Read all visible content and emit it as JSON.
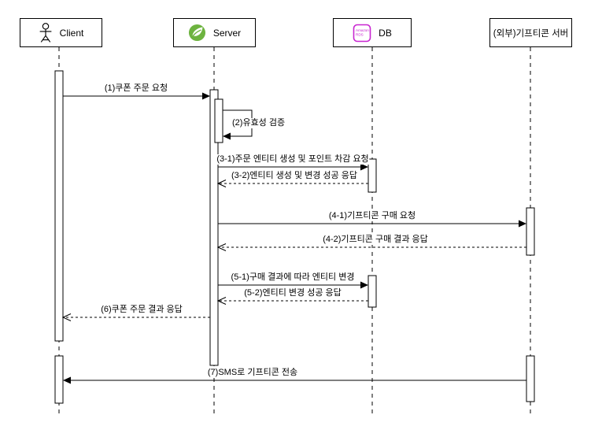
{
  "diagram": {
    "type": "uml-sequence",
    "participants": [
      {
        "id": "client",
        "label": "Client",
        "icon": "actor-icon"
      },
      {
        "id": "server",
        "label": "Server",
        "icon": "spring-icon"
      },
      {
        "id": "db",
        "label": "DB",
        "icon": "amazon-rds-icon"
      },
      {
        "id": "ext",
        "label": "(외부)기프티콘 서버",
        "icon": "none"
      }
    ],
    "rds_icon": {
      "line1": "Amazon",
      "line2": "RDS"
    },
    "messages": [
      {
        "seq": "1",
        "label": "(1)쿠폰 주문 요청",
        "from": "client",
        "to": "server",
        "style": "solid"
      },
      {
        "seq": "2",
        "label": "(2)유효성 검증",
        "from": "server",
        "to": "server",
        "style": "self"
      },
      {
        "seq": "3-1",
        "label": "(3-1)주문 엔티티 생성 및 포인트 차감 요청",
        "from": "server",
        "to": "db",
        "style": "solid"
      },
      {
        "seq": "3-2",
        "label": "(3-2)엔티티 생성 및 변경 성공 응답",
        "from": "db",
        "to": "server",
        "style": "dashed-return"
      },
      {
        "seq": "4-1",
        "label": "(4-1)기프티콘 구매 요청",
        "from": "server",
        "to": "ext",
        "style": "solid"
      },
      {
        "seq": "4-2",
        "label": "(4-2)기프티콘 구매 결과 응답",
        "from": "ext",
        "to": "server",
        "style": "dashed-return"
      },
      {
        "seq": "5-1",
        "label": "(5-1)구매 결과에 따라 엔티티 변경",
        "from": "server",
        "to": "db",
        "style": "solid"
      },
      {
        "seq": "5-2",
        "label": "(5-2)엔티티 변경 성공 응답",
        "from": "db",
        "to": "server",
        "style": "dashed-return"
      },
      {
        "seq": "6",
        "label": "(6)쿠폰 주문 결과 응답",
        "from": "server",
        "to": "client",
        "style": "dashed-return"
      },
      {
        "seq": "7",
        "label": "(7)SMS로 기프티콘 전송",
        "from": "ext",
        "to": "client",
        "style": "solid"
      }
    ],
    "colors": {
      "line": "#000000",
      "background": "#ffffff",
      "spring_green": "#6DB33F",
      "rds_pink": "#C925D1"
    }
  }
}
